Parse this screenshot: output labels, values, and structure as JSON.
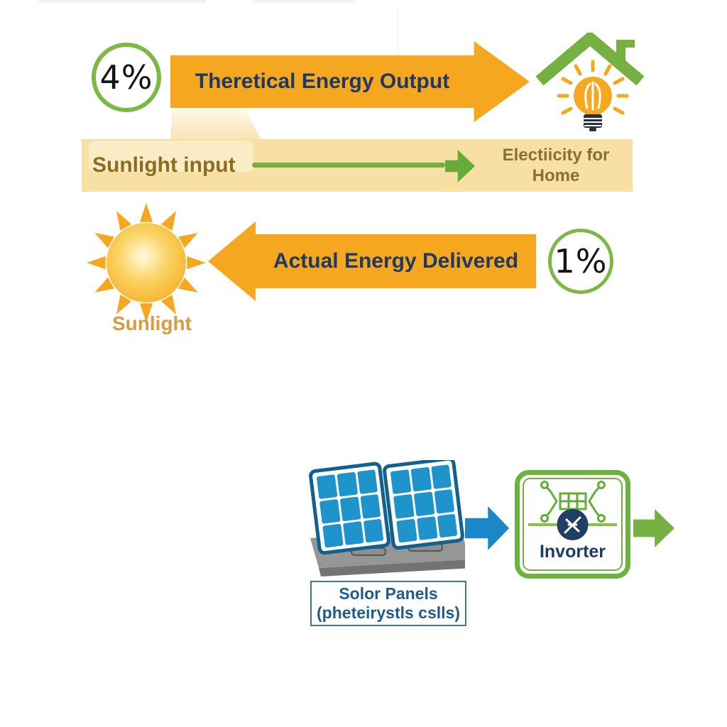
{
  "top": {
    "efficiency_badge": "4%",
    "arrow_label": "Theretical Energy Output"
  },
  "band": {
    "input_label": "Sunlight input",
    "output_label": "Electiicity for Home"
  },
  "middle": {
    "arrow_label": "Actual Energy Delivered",
    "efficiency_badge": "1%",
    "sun_label": "Sunlight"
  },
  "bottom": {
    "inverter_label": "Invorter",
    "panels_label_line1": "Solor Panels",
    "panels_label_line2": "(pheteirystls cslls)"
  },
  "icons": {
    "sun": "sun-icon",
    "house": "house-roof-icon",
    "lightbulb": "lightbulb-icon",
    "solar_panels": "solar-panels-icon",
    "inverter_circuit": "inverter-circuit-icon",
    "flow_arrows": [
      "green-arrowhead-icon",
      "blue-arrow-icon",
      "green-arrow-icon"
    ]
  },
  "colors": {
    "arrow_orange": "#F5A81F",
    "navy_text": "#1F3864",
    "green": "#76B043",
    "band_bg": "#F8DFA4",
    "band_text": "#8B6D1E",
    "sun_orange": "#F6AE27",
    "sunlight_label": "#DB9A40",
    "blue": "#1B87C9",
    "panel_blue": "#1E93CC",
    "panels_label_text": "#1F5C8C",
    "inverter_navy": "#1F3F63"
  }
}
